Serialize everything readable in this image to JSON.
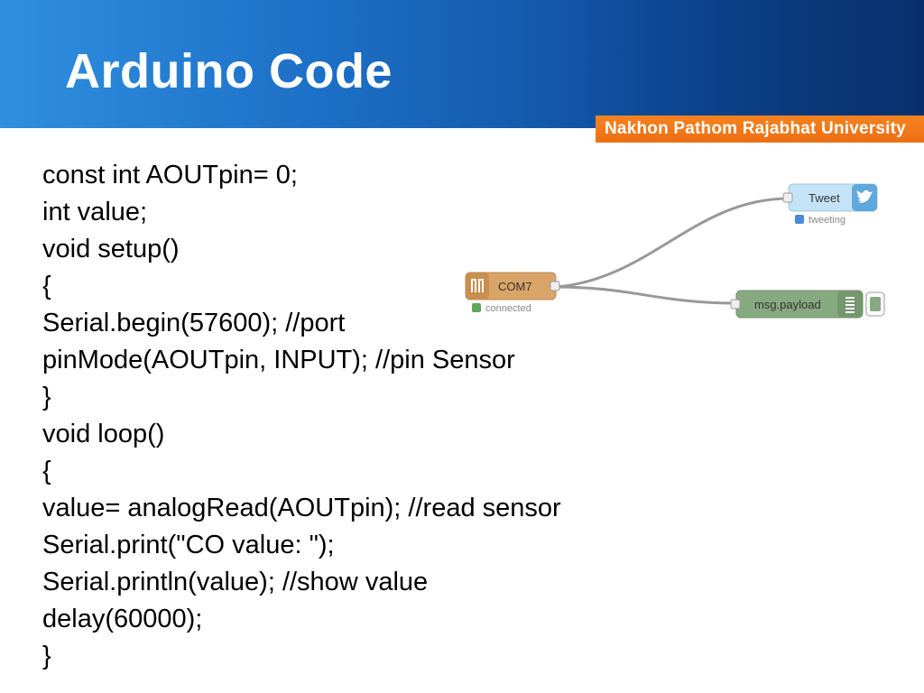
{
  "slide": {
    "title": "Arduino Code",
    "institution": "Nakhon Pathom Rajabhat University",
    "code_lines": [
      "const int AOUTpin= 0;",
      "int value;",
      "void setup()",
      "{",
      "Serial.begin(57600); //port",
      "pinMode(AOUTpin, INPUT); //pin Sensor",
      "}",
      "void loop()",
      "{",
      "value= analogRead(AOUTpin); //read sensor",
      "Serial.print(\"CO value: \");",
      "Serial.println(value); //show value",
      "delay(60000);",
      "}"
    ]
  },
  "flow": {
    "serial_node": {
      "label": "COM7",
      "status": "connected",
      "status_color": "#5fa55a"
    },
    "tweet_node": {
      "label": "Tweet",
      "status": "tweeting",
      "status_color": "#4b8ad8"
    },
    "debug_node": {
      "label": "msg.payload"
    }
  },
  "colors": {
    "header_start": "#2f8fe0",
    "header_end": "#0a3a7e",
    "banner": "#f58220",
    "serial_node": "#d9a467",
    "tweet_node": "#c5e3f6",
    "debug_node": "#87a980"
  }
}
